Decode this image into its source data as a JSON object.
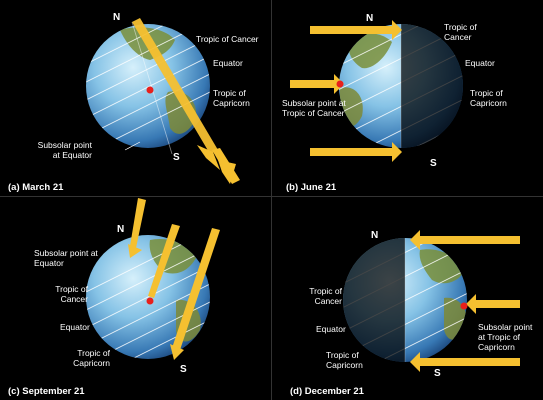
{
  "panels": {
    "a": {
      "caption": "(a) March 21",
      "north": "N",
      "south": "S",
      "labels": {
        "tropic_cancer": "Tropic of Cancer",
        "equator": "Equator",
        "tropic_capricorn": "Tropic of Capricorn",
        "subsolar": "Subsolar point at Equator"
      }
    },
    "b": {
      "caption": "(b) June 21",
      "north": "N",
      "south": "S",
      "labels": {
        "tropic_cancer": "Tropic of Cancer",
        "equator": "Equator",
        "tropic_capricorn": "Tropic of Capricorn",
        "subsolar": "Subsolar point at Tropic of Cancer"
      }
    },
    "c": {
      "caption": "(c) September 21",
      "north": "N",
      "south": "S",
      "labels": {
        "subsolar": "Subsolar point at Equator",
        "tropic_cancer": "Tropic of Cancer",
        "equator": "Equator",
        "tropic_capricorn": "Tropic of Capricorn"
      }
    },
    "d": {
      "caption": "(d) December 21",
      "north": "N",
      "south": "S",
      "labels": {
        "tropic_cancer": "Tropic of Cancer",
        "equator": "Equator",
        "tropic_capricorn": "Tropic of Capricorn",
        "subsolar": "Subsolar point at Tropic of Capricorn"
      }
    }
  },
  "colors": {
    "background": "#000000",
    "ocean_light": "#bfe4f5",
    "ocean_dark": "#2a6aa6",
    "sunbeam": "#f5c030",
    "subsolar_dot": "#e8201c",
    "latitude_line": "#ffffff",
    "land": "#7a8f3a"
  }
}
